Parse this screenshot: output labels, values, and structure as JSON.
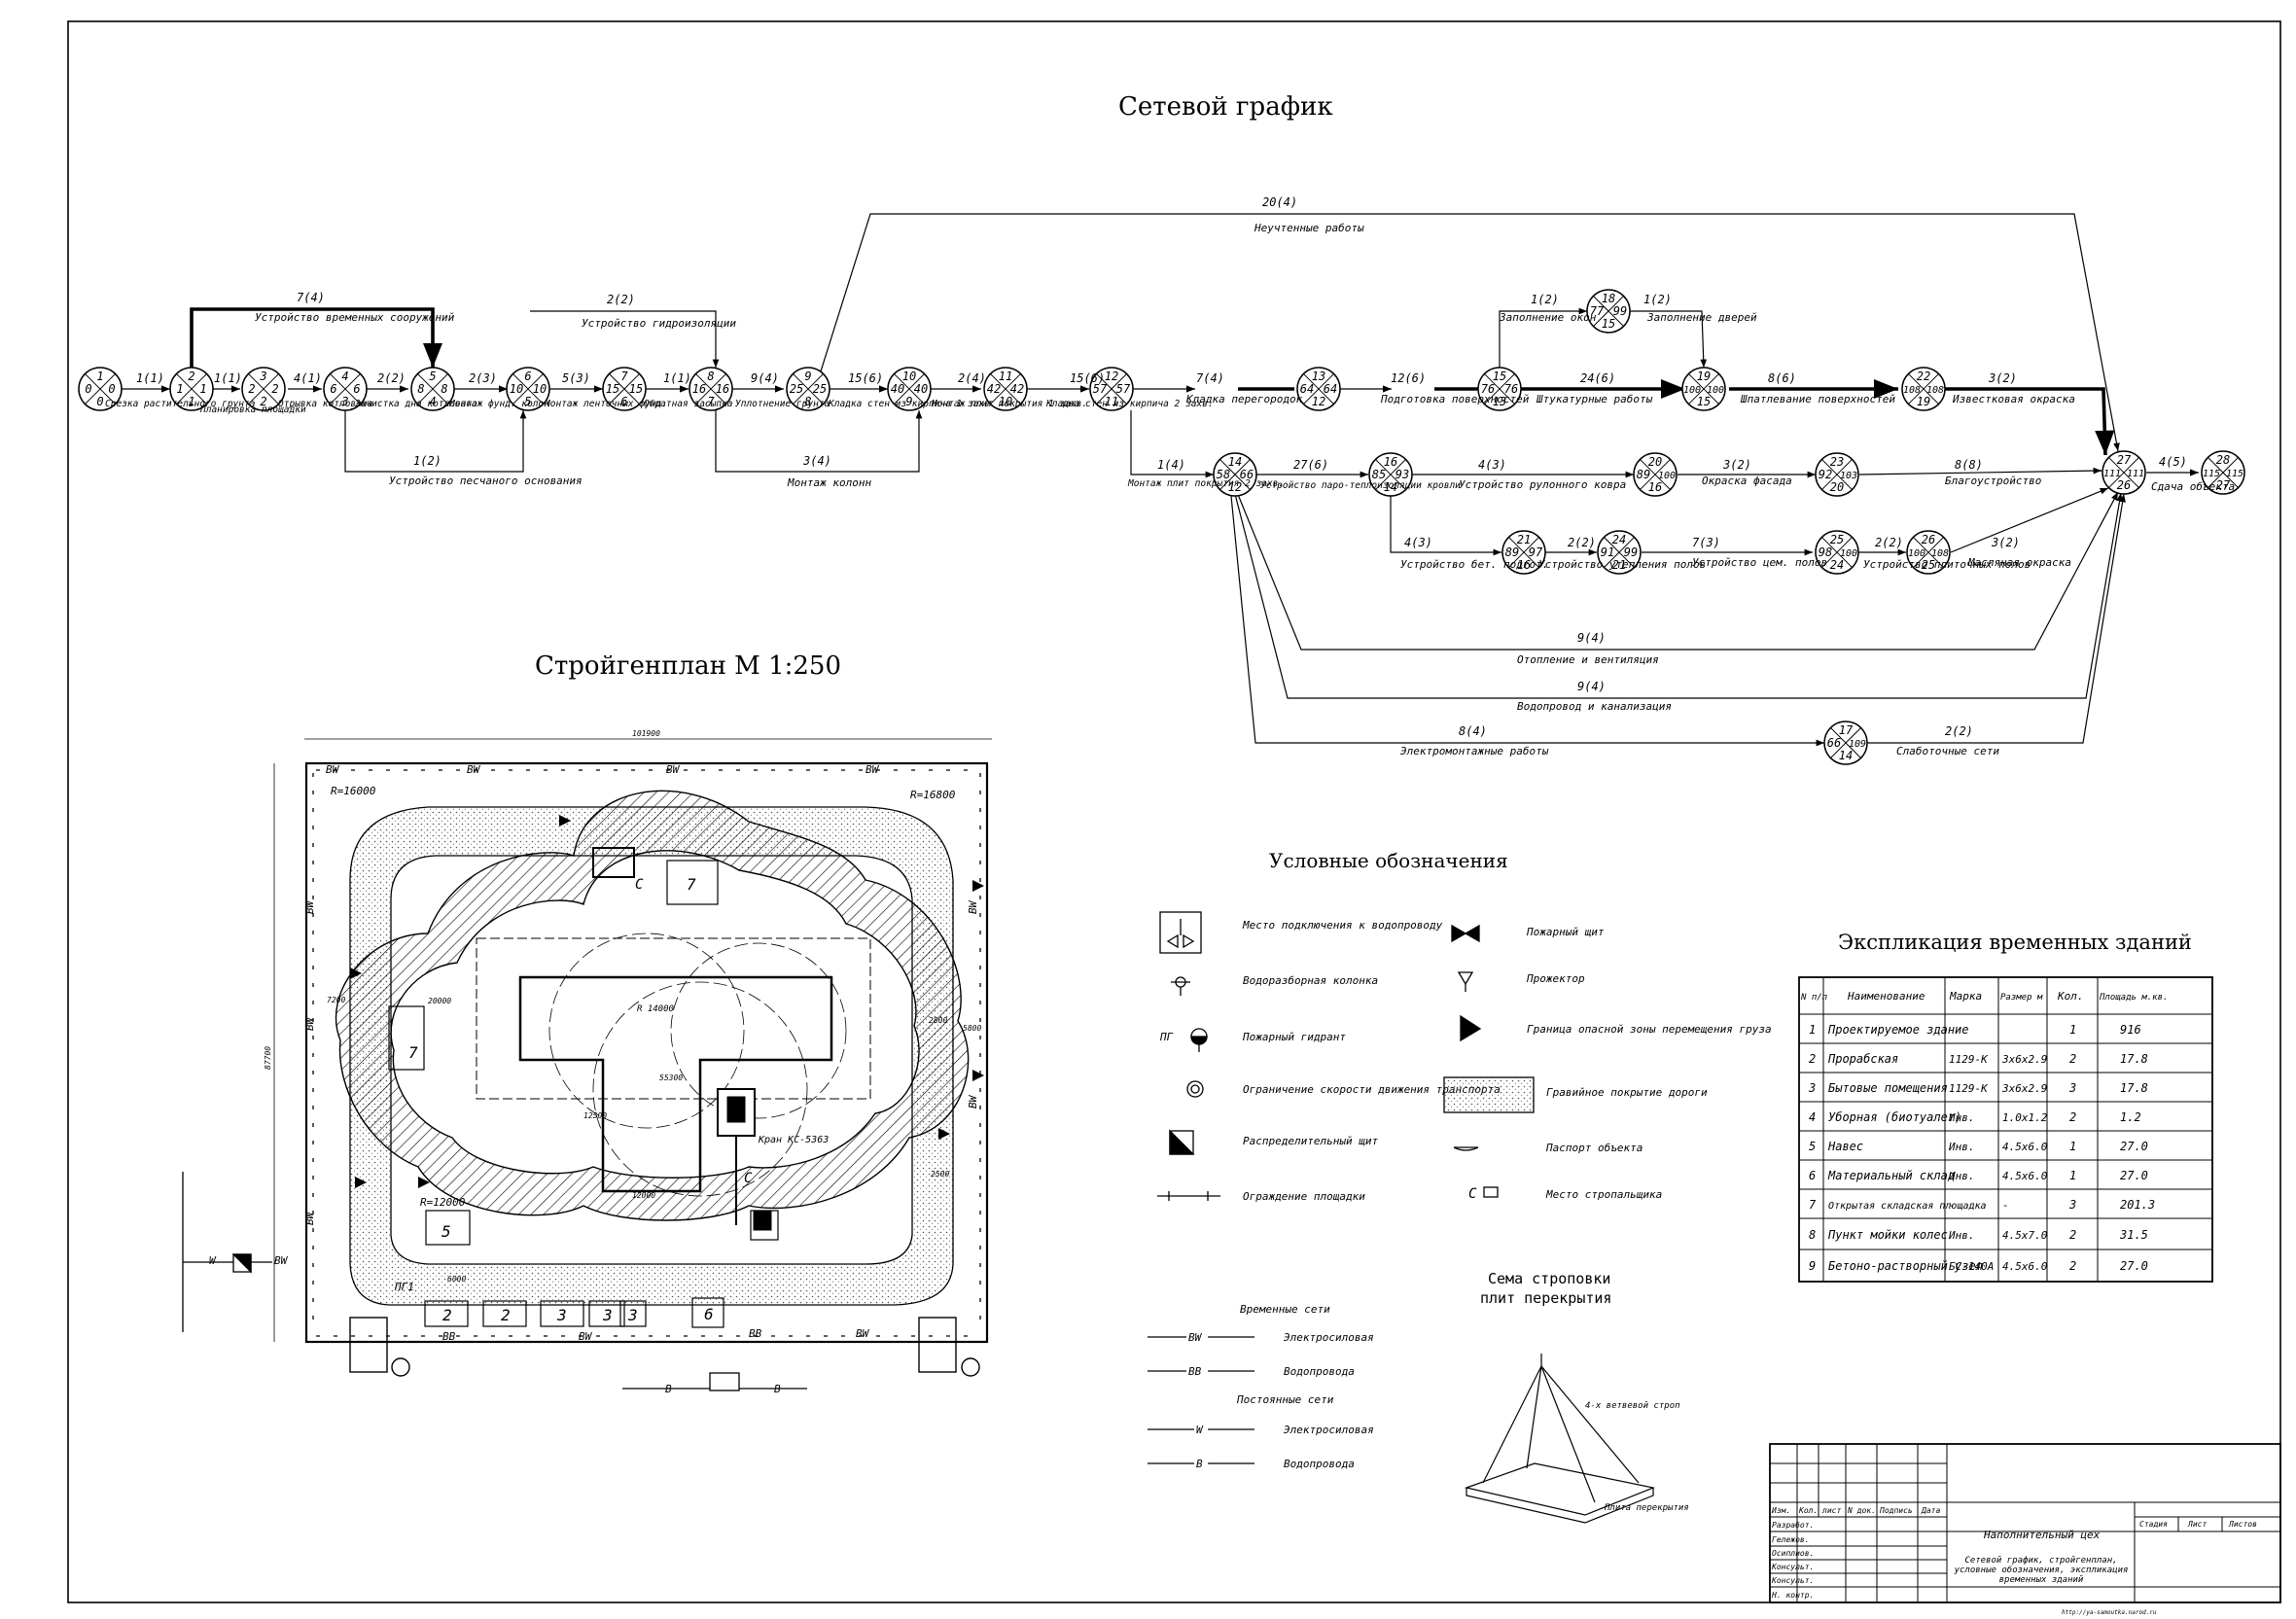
{
  "titles": {
    "network": "Сетевой график",
    "siteplan": "Стройгенплан М 1:250",
    "legend": "Условные обозначения",
    "explication": "Экспликация временных зданий",
    "sling_line1": "Сема строповки",
    "sling_line2": "плит перекрытия"
  },
  "network": {
    "nodes": [
      {
        "id": "n0",
        "v": [
          "1",
          "0",
          "0",
          "0"
        ]
      },
      {
        "id": "n1",
        "v": [
          "2",
          "1",
          "1",
          "1"
        ]
      },
      {
        "id": "n2",
        "v": [
          "3",
          "2",
          "2",
          "2"
        ]
      },
      {
        "id": "n3",
        "v": [
          "4",
          "6",
          "6",
          "3"
        ]
      },
      {
        "id": "n4",
        "v": [
          "5",
          "8",
          "8",
          "4"
        ]
      },
      {
        "id": "n5",
        "v": [
          "6",
          "10",
          "10",
          "5"
        ]
      },
      {
        "id": "n6",
        "v": [
          "7",
          "15",
          "15",
          "6"
        ]
      },
      {
        "id": "n7",
        "v": [
          "8",
          "16",
          "16",
          "7"
        ]
      },
      {
        "id": "n8",
        "v": [
          "9",
          "25",
          "25",
          "8"
        ]
      },
      {
        "id": "n9",
        "v": [
          "10",
          "40",
          "40",
          "9"
        ]
      },
      {
        "id": "n10",
        "v": [
          "11",
          "42",
          "42",
          "10"
        ]
      },
      {
        "id": "n11",
        "v": [
          "12",
          "57",
          "57",
          "11"
        ]
      },
      {
        "id": "n12",
        "v": [
          "13",
          "64",
          "64",
          "12"
        ]
      },
      {
        "id": "n13",
        "v": [
          "15",
          "76",
          "76",
          "13"
        ]
      },
      {
        "id": "n14",
        "v": [
          "18",
          "77",
          "99",
          "15"
        ]
      },
      {
        "id": "n15",
        "v": [
          "19",
          "100",
          "100",
          "15"
        ]
      },
      {
        "id": "n16",
        "v": [
          "22",
          "108",
          "108",
          "19"
        ]
      },
      {
        "id": "n17",
        "v": [
          "27",
          "111",
          "111",
          "26"
        ]
      },
      {
        "id": "n18",
        "v": [
          "28",
          "115",
          "115",
          "27"
        ]
      },
      {
        "id": "n19",
        "v": [
          "14",
          "58",
          "66",
          "12"
        ]
      },
      {
        "id": "n20",
        "v": [
          "16",
          "85",
          "93",
          "14"
        ]
      },
      {
        "id": "n21",
        "v": [
          "20",
          "89",
          "100",
          "16"
        ]
      },
      {
        "id": "n22",
        "v": [
          "23",
          "92",
          "103",
          "20"
        ]
      },
      {
        "id": "n23",
        "v": [
          "21",
          "89",
          "97",
          "16"
        ]
      },
      {
        "id": "n24",
        "v": [
          "24",
          "91",
          "99",
          "21"
        ]
      },
      {
        "id": "n25",
        "v": [
          "25",
          "98",
          "100",
          "24"
        ]
      },
      {
        "id": "n26",
        "v": [
          "26",
          "100",
          "108",
          "25"
        ]
      },
      {
        "id": "n27",
        "v": [
          "17",
          "66",
          "109",
          "14"
        ]
      }
    ],
    "activities": [
      {
        "dur": "1(1)",
        "label": "Срезка растительного грунта"
      },
      {
        "dur": "1(1)",
        "label": "Планировка площадки"
      },
      {
        "dur": "4(1)",
        "label": "Отрывка котлована"
      },
      {
        "dur": "2(2)",
        "label": "Зачистка дна котлована"
      },
      {
        "dur": "2(3)",
        "label": "Монтаж фунд. колон"
      },
      {
        "dur": "5(3)",
        "label": "Монтаж ленточных фунд."
      },
      {
        "dur": "1(1)",
        "label": "Обратная засыпка"
      },
      {
        "dur": "9(4)",
        "label": "Уплотнение грунта"
      },
      {
        "dur": "15(6)",
        "label": "Кладка стен из кирпича 1 захв."
      },
      {
        "dur": "2(4)",
        "label": "Монтаж плит покрытия 1 захв."
      },
      {
        "dur": "15(6)",
        "label": "Кладка стен из кирпича 2 захв."
      },
      {
        "dur": "7(4)",
        "label": "Кладка перегородок"
      },
      {
        "dur": "12(6)",
        "label": "Подготовка поверхностей"
      },
      {
        "dur": "24(6)",
        "label": "Штукатурные работы"
      },
      {
        "dur": "8(6)",
        "label": "Шпатлевание поверхностей"
      },
      {
        "dur": "3(2)",
        "label": "Известковая окраска"
      },
      {
        "dur": "4(5)",
        "label": "Сдача объекта"
      },
      {
        "dur": "7(4)",
        "label": "Устройство временных сооружений"
      },
      {
        "dur": "2(2)",
        "label": "Устройство гидроизоляции"
      },
      {
        "dur": "1(2)",
        "label": "Устройство песчаного основания"
      },
      {
        "dur": "3(4)",
        "label": "Монтаж колонн"
      },
      {
        "dur": "20(4)",
        "label": "Неучтенные работы"
      },
      {
        "dur": "1(2)",
        "label": "Заполнение окон"
      },
      {
        "dur": "1(2)",
        "label": "Заполнение дверей"
      },
      {
        "dur": "1(4)",
        "label": "Монтаж плит покрытия 2 захв."
      },
      {
        "dur": "27(6)",
        "label": "Устройство паро-теплоизоляции кровли"
      },
      {
        "dur": "4(3)",
        "label": "Устройство рулонного ковра"
      },
      {
        "dur": "3(2)",
        "label": "Окраска фасада"
      },
      {
        "dur": "8(8)",
        "label": "Благоустройство"
      },
      {
        "dur": "4(3)",
        "label": "Устройство бет. подгот."
      },
      {
        "dur": "2(2)",
        "label": "Устройство утепления полов"
      },
      {
        "dur": "7(3)",
        "label": "Устройство цем. полов"
      },
      {
        "dur": "2(2)",
        "label": "Устройство плиточных полов"
      },
      {
        "dur": "3(2)",
        "label": "Масляная окраска"
      },
      {
        "dur": "9(4)",
        "label": "Отопление и вентиляция"
      },
      {
        "dur": "9(4)",
        "label": "Водопровод и канализация"
      },
      {
        "dur": "8(4)",
        "label": "Электромонтажные работы"
      },
      {
        "dur": "2(2)",
        "label": "Слаботочные сети"
      }
    ]
  },
  "siteplan": {
    "dims": [
      "101900",
      "87700",
      "R=16000",
      "R=16800",
      "R=12000",
      "R 14000",
      "7200",
      "20000",
      "5800",
      "2800",
      "2500",
      "6000",
      "12500",
      "12000",
      "55300"
    ],
    "labels": {
      "bw": "BW",
      "bb": "BB",
      "w": "W",
      "b": "B",
      "crane": "Кран КС-5363",
      "pg": "ПГ1",
      "c": "С"
    },
    "buildings": [
      "7",
      "7",
      "5",
      "2",
      "2",
      "3",
      "3",
      "3",
      "6"
    ]
  },
  "legend": {
    "items": [
      "Место подключения к водопроводу",
      "Водоразборная колонка",
      "Пожарный гидрант",
      "Ограничение скорости движения транспорта",
      "Распределительный щит",
      "Ограждение площадки",
      "Пожарный щит",
      "Прожектор",
      "Граница опасной зоны перемещения груза",
      "Гравийное покрытие дороги",
      "Паспорт объекта",
      "Место стропальщика"
    ],
    "pg_label": "ПГ",
    "c_label": "С",
    "networks_temp_title": "Временные сети",
    "networks_perm_title": "Постоянные сети",
    "networks": [
      {
        "code": "BW",
        "label": "Электросиловая"
      },
      {
        "code": "BB",
        "label": "Водопровода"
      },
      {
        "code": "W",
        "label": "Электросиловая"
      },
      {
        "code": "B",
        "label": "Водопровода"
      }
    ],
    "sling_labels": [
      "4-х ветвевой строп",
      "Плита перекрытия"
    ]
  },
  "explication": {
    "headers": [
      "N п/п",
      "Наименование",
      "Марка",
      "Размер м",
      "Кол.",
      "Площадь м.кв."
    ],
    "rows": [
      [
        "1",
        "Проектируемое здание",
        "",
        "",
        "1",
        "916"
      ],
      [
        "2",
        "Прорабская",
        "1129-К",
        "3х6х2.9",
        "2",
        "17.8"
      ],
      [
        "3",
        "Бытовые помещения",
        "1129-К",
        "3х6х2.9",
        "3",
        "17.8"
      ],
      [
        "4",
        "Уборная (биотуалет)",
        "Инв.",
        "1.0х1.2",
        "2",
        "1.2"
      ],
      [
        "5",
        "Навес",
        "Инв.",
        "4.5х6.0",
        "1",
        "27.0"
      ],
      [
        "6",
        "Материальный склад",
        "Инв.",
        "4.5х6.0",
        "1",
        "27.0"
      ],
      [
        "7",
        "Открытая складская площадка",
        "-",
        "-",
        "3",
        "201.3"
      ],
      [
        "8",
        "Пункт мойки колес",
        "Инв.",
        "4.5х7.0",
        "2",
        "31.5"
      ],
      [
        "9",
        "Бетоно-растворный узел",
        "БС-140А",
        "4.5х6.0",
        "2",
        "27.0"
      ]
    ]
  },
  "stamp": {
    "cols": [
      "Изм.",
      "Кол.",
      "лист",
      "N док.",
      "Подпись",
      "Дата"
    ],
    "roles": [
      "Разработ.",
      "Гележов.",
      "Осиплиов.",
      "Консульт.",
      "Консульт.",
      "Н. контр."
    ],
    "object": "Наполнительный цех",
    "stage_headers": [
      "Стадия",
      "Лист",
      "Листов"
    ],
    "sheet_title": "Сетевой график, стройгенплан, условные обозначения, экспликация временных зданий",
    "url": "http://ya-samoutka.narod.ru"
  }
}
